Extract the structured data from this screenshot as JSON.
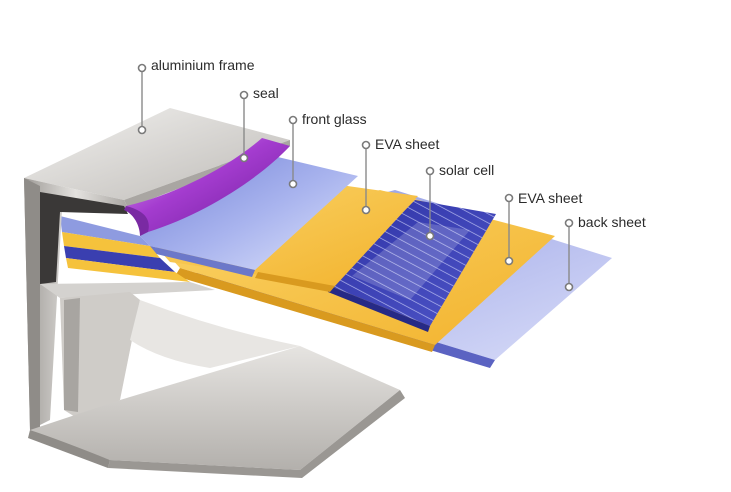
{
  "labels": {
    "aluminium_frame": "aluminium frame",
    "seal": "seal",
    "front_glass": "front glass",
    "eva_sheet_top": "EVA sheet",
    "solar_cell": "solar cell",
    "eva_sheet_bottom": "EVA sheet",
    "back_sheet": "back sheet"
  },
  "colors": {
    "frame": "#c9c7c4",
    "seal": "#9b2fc4",
    "front_glass": "#8e9be0",
    "eva": "#f5c23c",
    "solar_cell": "#3a3fb0",
    "back_sheet": "#9aa4e6"
  }
}
